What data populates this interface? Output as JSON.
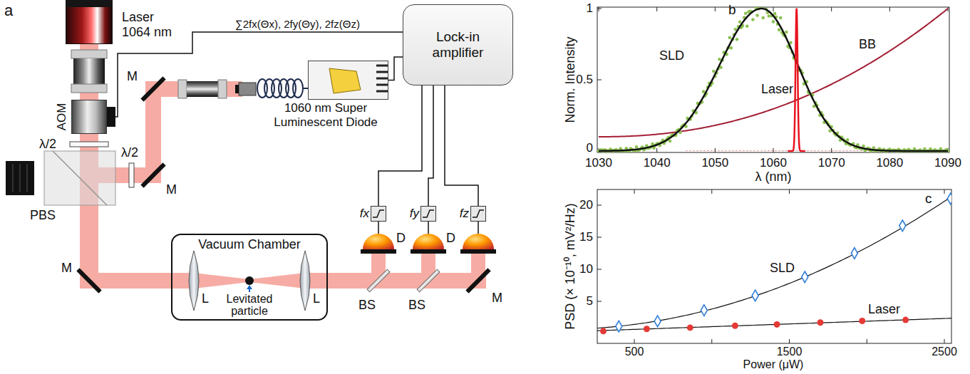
{
  "diagram": {
    "nodes": [
      {
        "text": [
          "Laser 1064 nm"
        ]
      },
      {
        "text": [
          "AOM"
        ]
      },
      {
        "text": [
          "Lock-in amplifier"
        ]
      },
      {
        "text": [
          "1060 nm Super Luminescent Diode"
        ]
      },
      {
        "text": [
          "Vacuum Chamber",
          "Levitated particle"
        ]
      },
      {
        "text": [
          "fx"
        ]
      },
      {
        "text": [
          "fy"
        ]
      },
      {
        "text": [
          "fz"
        ]
      }
    ],
    "edges": [
      {
        "from": 2,
        "to": 1,
        "arrow": "none",
        "label": "∑2fx(Θx), 2fy(Θy), 2fz(Θz)"
      },
      {
        "from": 2,
        "to": 3,
        "arrow": "none"
      },
      {
        "from": 5,
        "to": 2,
        "arrow": "none"
      },
      {
        "from": 6,
        "to": 2,
        "arrow": "none"
      },
      {
        "from": 7,
        "to": 2,
        "arrow": "none"
      }
    ],
    "labels": [
      "a",
      "M",
      "λ/2",
      "λ/2",
      "PBS",
      "M",
      "M",
      "L",
      "L",
      "BS",
      "BS",
      "M",
      "D",
      "D",
      "b",
      "1",
      "0.5",
      "0",
      "1030",
      "1040",
      "1050",
      "1060",
      "1070",
      "1080",
      "1090",
      "Norm. Intensity",
      "λ (nm)",
      "SLD",
      "Laser",
      "BB",
      "c",
      "20",
      "15",
      "10",
      "5",
      "500",
      "1500",
      "2500",
      "PSD (× 10⁻¹⁰, mV²/Hz)",
      "Power (μW)",
      "SLD",
      "Laser"
    ]
  }
}
